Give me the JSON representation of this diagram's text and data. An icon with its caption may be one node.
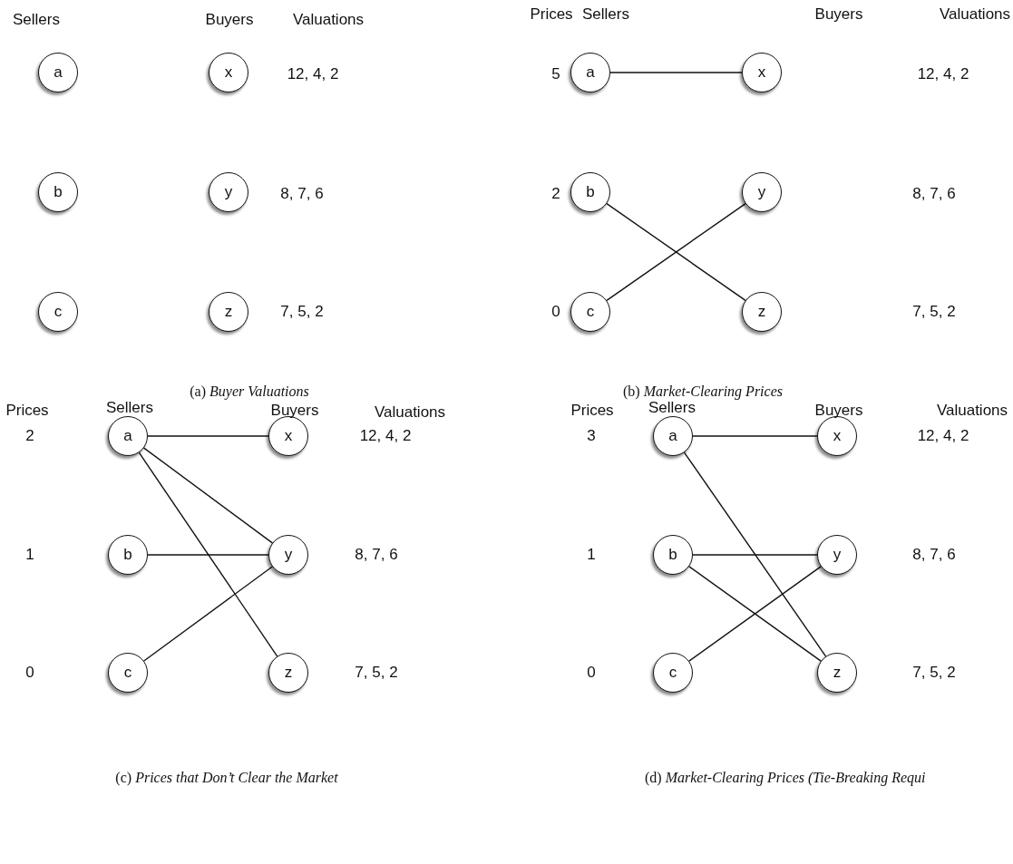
{
  "diagram": {
    "nodes": [
      {
        "text": [
          "a"
        ]
      },
      {
        "text": [
          "x"
        ]
      },
      {
        "text": [
          "b"
        ]
      },
      {
        "text": [
          "y"
        ]
      },
      {
        "text": [
          "c"
        ]
      },
      {
        "text": [
          "z"
        ]
      },
      {
        "text": [
          "a"
        ]
      },
      {
        "text": [
          "x"
        ]
      },
      {
        "text": [
          "b"
        ]
      },
      {
        "text": [
          "y"
        ]
      },
      {
        "text": [
          "c"
        ]
      },
      {
        "text": [
          "z"
        ]
      },
      {
        "text": [
          "a"
        ]
      },
      {
        "text": [
          "x"
        ]
      },
      {
        "text": [
          "b"
        ]
      },
      {
        "text": [
          "y"
        ]
      },
      {
        "text": [
          "c"
        ]
      },
      {
        "text": [
          "z"
        ]
      },
      {
        "text": [
          "a"
        ]
      },
      {
        "text": [
          "x"
        ]
      },
      {
        "text": [
          "b"
        ]
      },
      {
        "text": [
          "y"
        ]
      },
      {
        "text": [
          "c"
        ]
      },
      {
        "text": [
          "z"
        ]
      }
    ],
    "edges": [
      {
        "from": 6,
        "to": 7,
        "arrow": "none"
      },
      {
        "from": 8,
        "to": 11,
        "arrow": "none"
      },
      {
        "from": 10,
        "to": 9,
        "arrow": "none"
      },
      {
        "from": 12,
        "to": 13,
        "arrow": "none"
      },
      {
        "from": 12,
        "to": 15,
        "arrow": "none"
      },
      {
        "from": 12,
        "to": 17,
        "arrow": "none"
      },
      {
        "from": 14,
        "to": 15,
        "arrow": "none"
      },
      {
        "from": 16,
        "to": 15,
        "arrow": "none"
      },
      {
        "from": 18,
        "to": 19,
        "arrow": "none"
      },
      {
        "from": 18,
        "to": 23,
        "arrow": "none"
      },
      {
        "from": 20,
        "to": 21,
        "arrow": "none"
      },
      {
        "from": 20,
        "to": 23,
        "arrow": "none"
      },
      {
        "from": 22,
        "to": 21,
        "arrow": "none"
      }
    ],
    "labels": [
      "Sellers",
      "Buyers",
      "Valuations",
      "12, 4, 2",
      "8, 7, 6",
      "7, 5, 2",
      "(a) *Buyer Valuations*",
      "Prices",
      "Sellers",
      "Buyers",
      "Valuations",
      "5",
      "12, 4, 2",
      "2",
      "8, 7, 6",
      "0",
      "7, 5, 2",
      "(b) *Market-Clearing Prices*",
      "Prices",
      "Sellers",
      "Buyers",
      "Valuations",
      "2",
      "12, 4, 2",
      "1",
      "8, 7, 6",
      "0",
      "7, 5, 2",
      "(c) *Prices that Don’t Clear the Market*",
      "Prices",
      "Sellers",
      "Buyers",
      "Valuations",
      "3",
      "12, 4, 2",
      "1",
      "8, 7, 6",
      "0",
      "7, 5, 2",
      "(d) *Market-Clearing Prices (Tie-Breaking Requi*"
    ]
  }
}
